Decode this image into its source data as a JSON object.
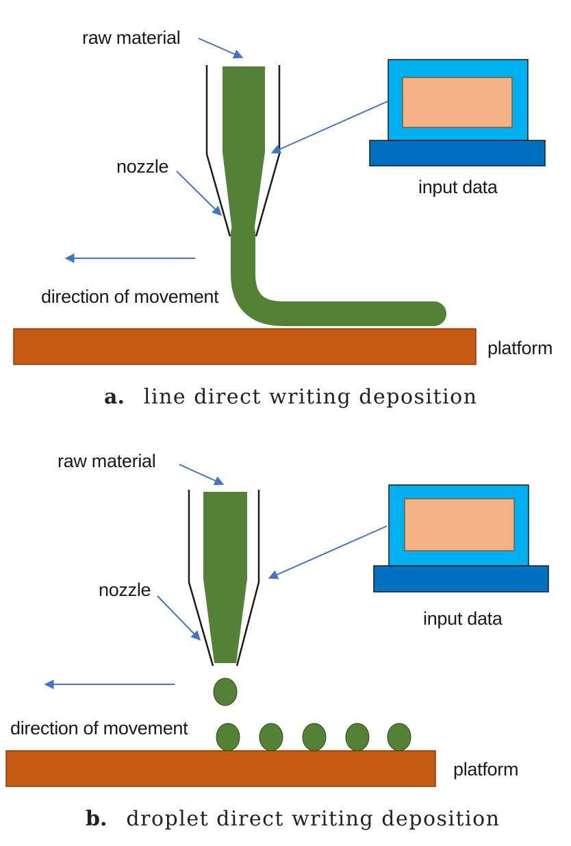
{
  "colors": {
    "material": "#538135",
    "platform": "#c55a11",
    "screen_frame": "#00b0f0",
    "screen": "#f4b183",
    "keyboard": "#0070c0",
    "arrow": "#4472c4"
  },
  "panel_a": {
    "raw_material": "raw material",
    "nozzle": "nozzle",
    "input_data": "input data",
    "direction": "direction of movement",
    "platform": "platform",
    "caption_letter": "a.",
    "caption_text": "line direct writing deposition"
  },
  "panel_b": {
    "raw_material": "raw material",
    "nozzle": "nozzle",
    "input_data": "input data",
    "direction": "direction of movement",
    "platform": "platform",
    "caption_letter": "b.",
    "caption_text": "droplet direct writing deposition"
  }
}
